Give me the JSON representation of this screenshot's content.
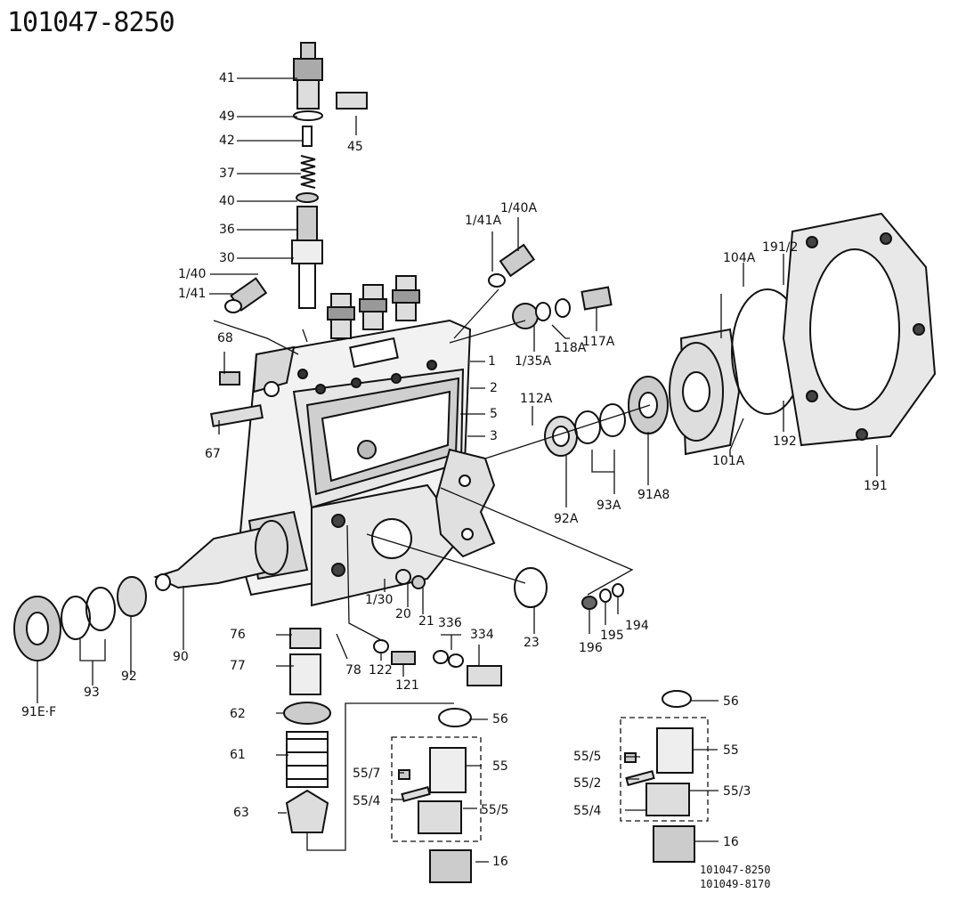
{
  "title": "101047-8250",
  "labels": [
    "41",
    "49",
    "42",
    "37",
    "40",
    "36",
    "30",
    "45",
    "1/40",
    "1/41",
    "1/41A",
    "1/40A",
    "68",
    "1",
    "2",
    "5",
    "3",
    "112A",
    "1/35A",
    "118A",
    "117A",
    "104A",
    "191/2",
    "67",
    "92A",
    "93A",
    "91A8",
    "101A",
    "192",
    "191",
    "90",
    "91E·F",
    "93",
    "92",
    "1/30",
    "20",
    "21",
    "336",
    "334",
    "23",
    "196",
    "195",
    "194",
    "76",
    "77",
    "78",
    "122",
    "121",
    "62",
    "61",
    "63",
    "56",
    "55/7",
    "55/4",
    "55",
    "55/5",
    "56",
    "55/5",
    "55/2",
    "55/4",
    "55",
    "55/3",
    "16",
    "16"
  ],
  "references": [
    "101047-8250",
    "101049-8170"
  ],
  "colors": {
    "ink": "#111111",
    "paper": "#ffffff",
    "fill": "#d8d8d8",
    "dark": "#3a3a3a"
  }
}
